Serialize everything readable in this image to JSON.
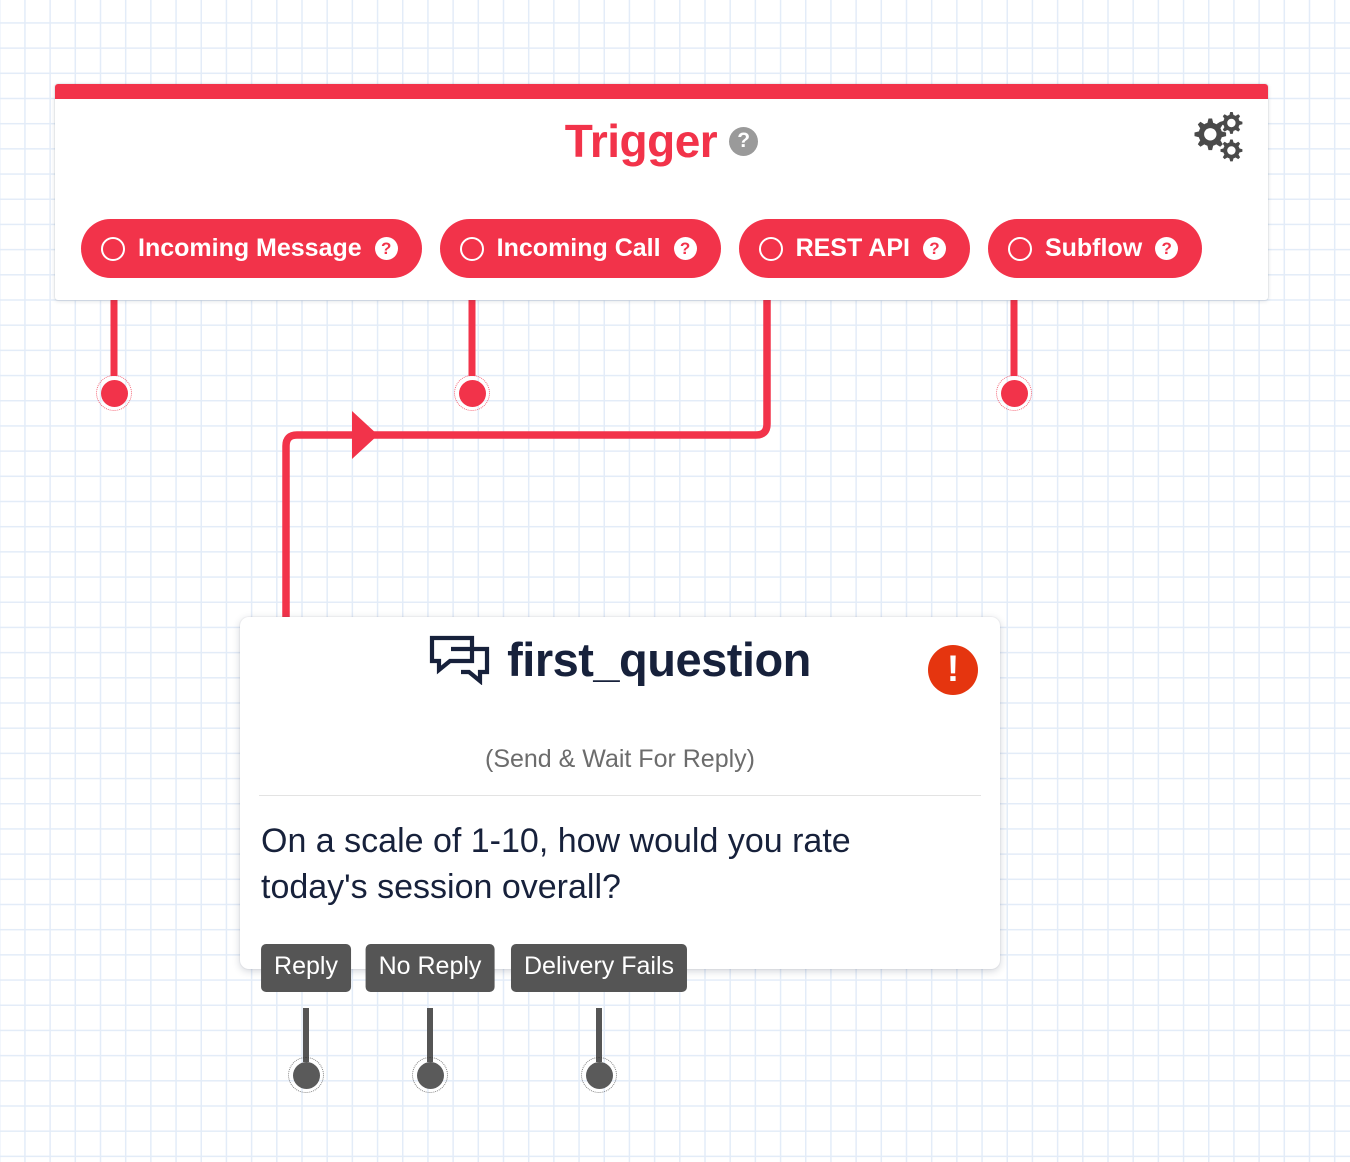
{
  "canvas": {
    "grid_color": "#e3ecf8",
    "background": "#ffffff"
  },
  "theme": {
    "accent_red": "#F2334A",
    "alert_red": "#E5350F",
    "node_title_color": "#17213b",
    "label_gray": "#555555",
    "help_gray": "#9a9a9a"
  },
  "trigger_panel": {
    "title": "Trigger",
    "help_glyph": "?",
    "settings_icon": "gears-icon",
    "triggers": [
      {
        "label": "Incoming Message",
        "help_glyph": "?",
        "port_color": "#F2334A"
      },
      {
        "label": "Incoming Call",
        "help_glyph": "?",
        "port_color": "#F2334A"
      },
      {
        "label": "REST API",
        "help_glyph": "?",
        "port_color": "#F2334A"
      },
      {
        "label": "Subflow",
        "help_glyph": "?",
        "port_color": "#F2334A"
      }
    ]
  },
  "node": {
    "title": "first_question",
    "icon": "comments-icon",
    "subtitle": "(Send & Wait For Reply)",
    "body_text": "On a scale of 1-10, how would you rate today's session overall?",
    "alert": {
      "glyph": "!",
      "name": "error-indicator"
    },
    "outputs": [
      {
        "label": "Reply"
      },
      {
        "label": "No Reply"
      },
      {
        "label": "Delivery Fails"
      }
    ]
  },
  "connection": {
    "from": "REST API",
    "to": "first_question",
    "color": "#F2334A",
    "arrow_direction": "left"
  }
}
